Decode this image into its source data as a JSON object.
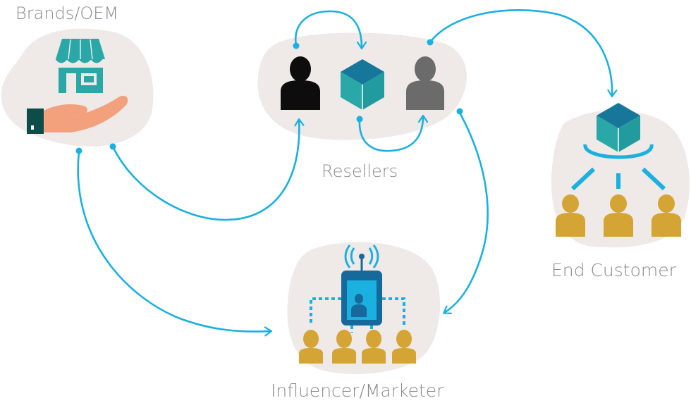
{
  "nodes": {
    "brands": {
      "label": "Brands/OEM"
    },
    "resellers": {
      "label": "Resellers"
    },
    "end_customer": {
      "label": "End Customer"
    },
    "influencer": {
      "label": "Influencer/Marketer"
    }
  },
  "colors": {
    "blob": "#efe9e7",
    "arrow": "#1ab0e0",
    "teal": "#2aa8a7",
    "teal_dark": "#0f7f84",
    "cube_top": "#17779b",
    "gold": "#d4a534",
    "hand": "#f3a07c",
    "sleeve": "#0c4d4a",
    "person_black": "#0d0d0d",
    "person_gray": "#6b6b6b",
    "phone": "#156a9b"
  },
  "icons": {
    "brands": [
      "store-icon",
      "giving-hand-icon"
    ],
    "resellers": [
      "person-icon",
      "box-cube-icon",
      "person-icon"
    ],
    "end_customer": [
      "box-cube-icon",
      "distribution-icon",
      "people-icon"
    ],
    "influencer": [
      "smartphone-broadcast-icon",
      "people-icon"
    ]
  }
}
